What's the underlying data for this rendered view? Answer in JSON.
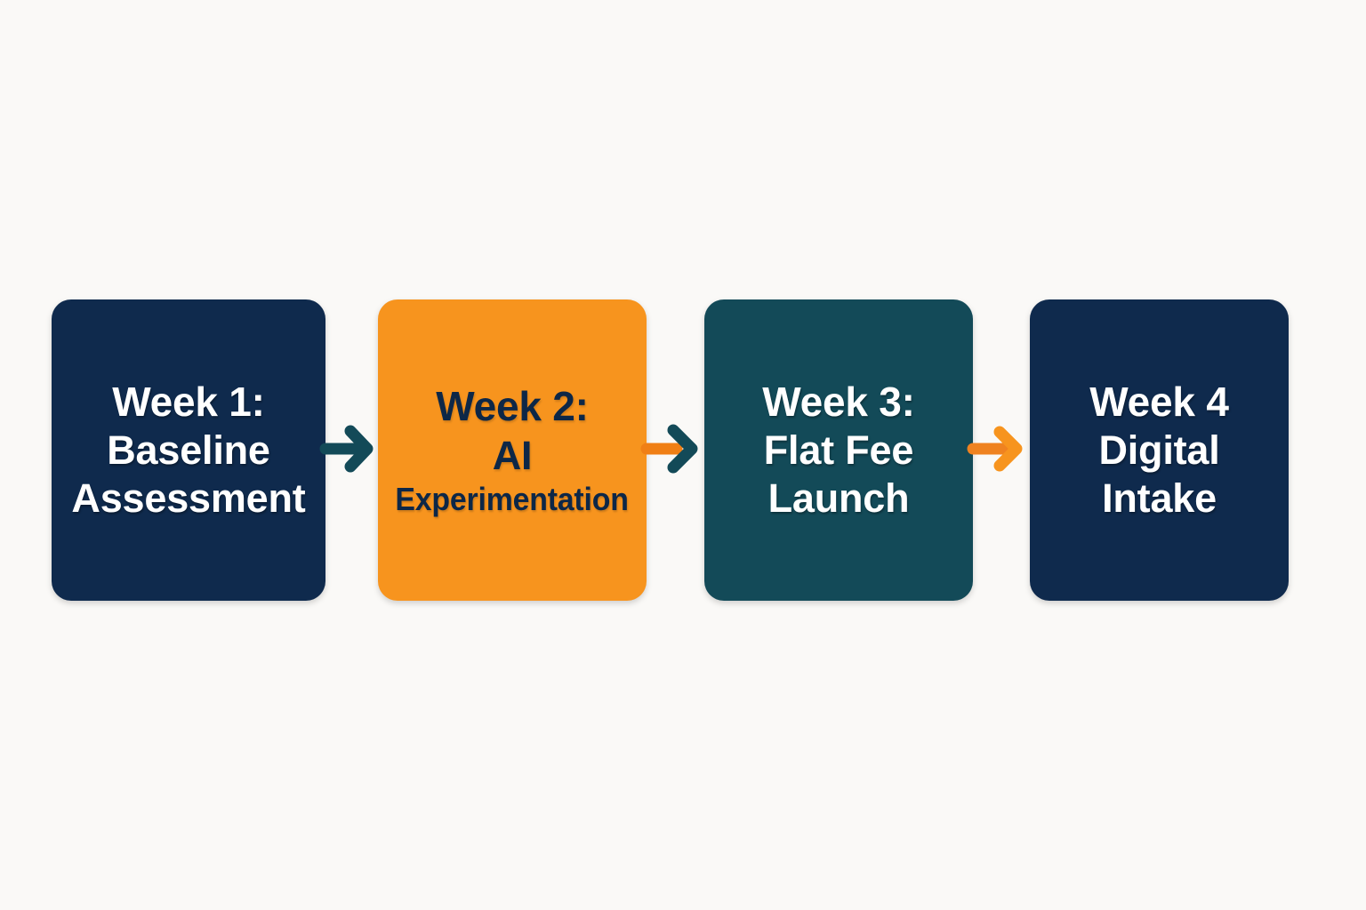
{
  "diagram": {
    "type": "horizontal-process-flow",
    "background_color": "#faf9f7",
    "title": "",
    "nodes": [
      {
        "id": "week-1",
        "lines": [
          "Week 1:",
          "Baseline",
          "Assessment"
        ],
        "fill_color": "#0f2a4d",
        "text_color": "#ffffff",
        "order": 1
      },
      {
        "id": "week-2",
        "lines": [
          "Week 2:",
          "AI",
          "Experimentation"
        ],
        "fill_color": "#f7941e",
        "text_color": "#0d2747",
        "order": 2
      },
      {
        "id": "week-3",
        "lines": [
          "Week 3:",
          "Flat Fee",
          "Launch"
        ],
        "fill_color": "#134a58",
        "text_color": "#ffffff",
        "order": 3
      },
      {
        "id": "week-4",
        "lines": [
          "Week 4",
          "Digital",
          "Intake"
        ],
        "fill_color": "#0f2a4d",
        "text_color": "#ffffff",
        "order": 4
      }
    ],
    "arrows": [
      {
        "id": "arrow-1-to-2",
        "from": "week-1",
        "to": "week-2",
        "shaft_color": "#134a58",
        "head_color": "#134a58",
        "icon": "arrow-right-icon"
      },
      {
        "id": "arrow-2-to-3",
        "from": "week-2",
        "to": "week-3",
        "shaft_color": "#f07f15",
        "head_color": "#134a58",
        "icon": "arrow-right-icon"
      },
      {
        "id": "arrow-3-to-4",
        "from": "week-3",
        "to": "week-4",
        "shaft_color": "#ef8220",
        "head_color": "#f7941e",
        "icon": "arrow-right-icon"
      }
    ]
  }
}
